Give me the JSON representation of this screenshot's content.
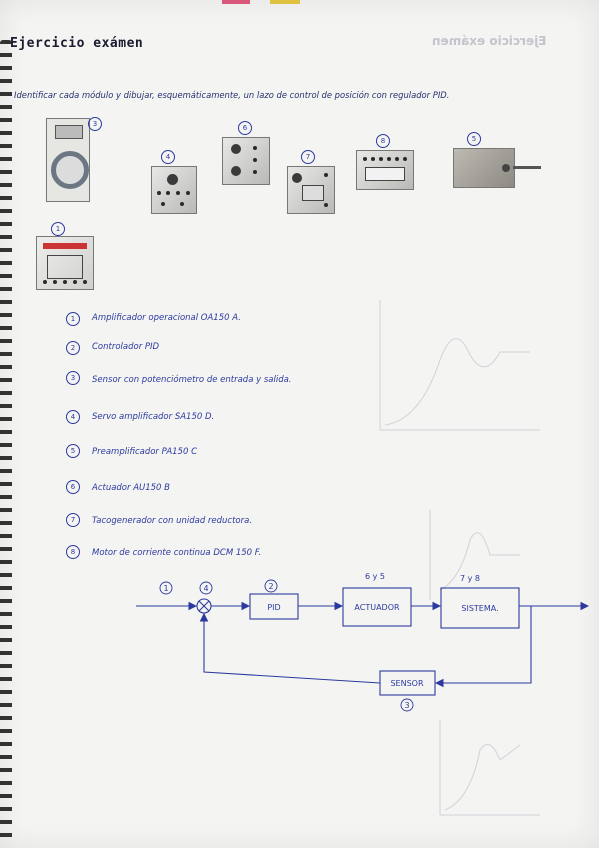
{
  "title": "Ejercicio exámen",
  "instruction": "Identificar cada módulo y dibujar, esquemáticamente, un lazo de control de posición con regulador PID.",
  "colors": {
    "ink": "#2c3aa0",
    "paper": "#f4f4f2",
    "spiral": "#333333"
  },
  "photo_labels": [
    "3",
    "4",
    "6",
    "7",
    "8",
    "5",
    "1"
  ],
  "items": [
    {
      "num": "1",
      "text": "Amplificador operacional OA150 A."
    },
    {
      "num": "2",
      "text": "Controlador PID"
    },
    {
      "num": "3",
      "text": "Sensor con potenciómetro de entrada y salida."
    },
    {
      "num": "4",
      "text": "Servo amplificador SA150 D."
    },
    {
      "num": "5",
      "text": "Preamplificador PA150 C"
    },
    {
      "num": "6",
      "text": "Actuador AU150 B"
    },
    {
      "num": "7",
      "text": "Tacogenerador con unidad reductora."
    },
    {
      "num": "8",
      "text": "Motor de corriente continua DCM 150 F."
    }
  ],
  "diagram": {
    "input_label": "1",
    "sum_label": "4",
    "pid": {
      "label": "PID",
      "num": "2"
    },
    "actuator": {
      "label": "ACTUADOR",
      "num": "6 y 5"
    },
    "system": {
      "label": "SISTEMA.",
      "num": "7 y 8"
    },
    "sensor": {
      "label": "SENSOR",
      "num": "3"
    }
  }
}
